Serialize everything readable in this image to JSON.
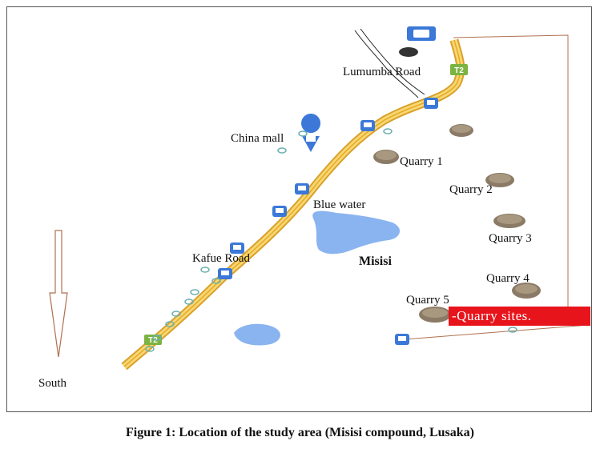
{
  "labels": {
    "lumumba_road": "Lumumba Road",
    "china_mall": "China mall",
    "quarry_1": "Quarry 1",
    "quarry_2": "Quarry 2",
    "quarry_3": "Quarry 3",
    "quarry_4": "Quarry 4",
    "quarry_5": "Quarry 5",
    "blue_water": "Blue water",
    "misisi": "Misisi",
    "kafue_road": "Kafue Road",
    "south": "South",
    "route_t2": "T2",
    "route_t2_lower": "T2"
  },
  "legend": {
    "quarry_sites": "-Quarry sites."
  },
  "caption": "Figure 1: Location of the study area (Misisi compound, Lusaka)",
  "colors": {
    "road": "#f2c94c",
    "road_edge": "#d9a12a",
    "water": "#8ab4f0",
    "legend_bg": "#e8141b",
    "route_badge": "#7cb342",
    "marker": "#3b78d8"
  },
  "icons": [
    "bus-stop-icon",
    "shopping-bag-icon",
    "quarry-gravel-icon",
    "south-arrow-icon"
  ]
}
